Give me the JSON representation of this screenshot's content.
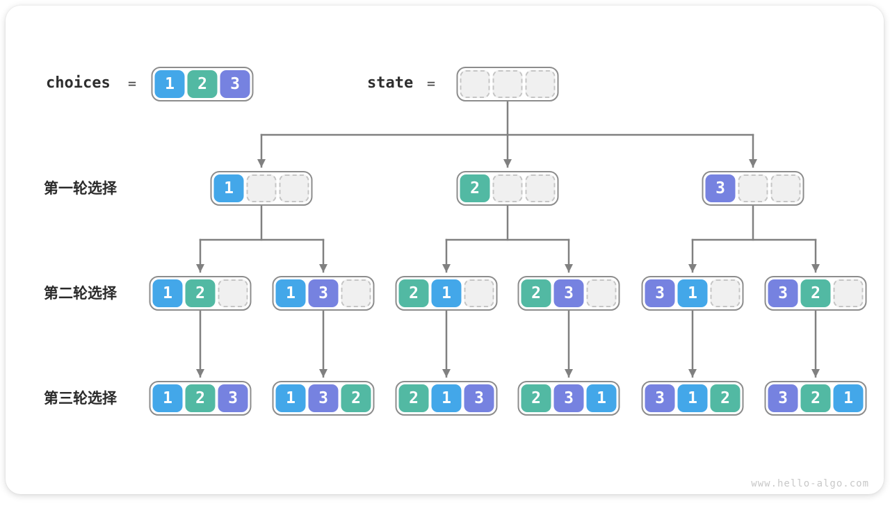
{
  "header": {
    "choices_label": "choices",
    "choices_equals": "=",
    "choices_values": [
      "1",
      "2",
      "3"
    ],
    "state_label": "state",
    "state_equals": "="
  },
  "rows": [
    {
      "label": "第一轮选择"
    },
    {
      "label": "第二轮选择"
    },
    {
      "label": "第三轮选择"
    }
  ],
  "tree": {
    "state": [
      null,
      null,
      null
    ],
    "level1": [
      [
        "1",
        null,
        null
      ],
      [
        "2",
        null,
        null
      ],
      [
        "3",
        null,
        null
      ]
    ],
    "level2": [
      [
        "1",
        "2",
        null
      ],
      [
        "1",
        "3",
        null
      ],
      [
        "2",
        "1",
        null
      ],
      [
        "2",
        "3",
        null
      ],
      [
        "3",
        "1",
        null
      ],
      [
        "3",
        "2",
        null
      ]
    ],
    "level3": [
      [
        "1",
        "2",
        "3"
      ],
      [
        "1",
        "3",
        "2"
      ],
      [
        "2",
        "1",
        "3"
      ],
      [
        "2",
        "3",
        "1"
      ],
      [
        "3",
        "1",
        "2"
      ],
      [
        "3",
        "2",
        "1"
      ]
    ]
  },
  "colors": {
    "1": "#43A7E9",
    "2": "#52B9A3",
    "3": "#7682E0",
    "empty_fill": "#F0F0F0",
    "empty_border": "#C5C5C5",
    "node_border": "#8C8C8C",
    "arrow": "#808080",
    "label_text": "#2E2E2E",
    "watermark": "#C8C8C8"
  },
  "watermark": "www.hello-algo.com"
}
